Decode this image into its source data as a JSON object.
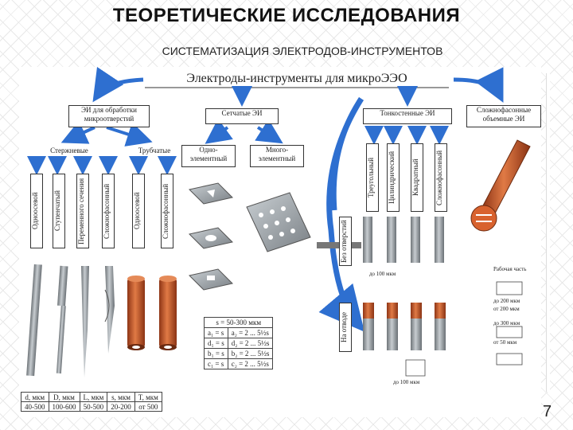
{
  "slide": {
    "title": "ТЕОРЕТИЧЕСКИЕ ИССЛЕДОВАНИЯ",
    "subtitle": "СИСТЕМАТИЗАЦИЯ ЭЛЕКТРОДОВ-ИНСТРУМЕНТОВ",
    "page_number": "7"
  },
  "diagram": {
    "root": "Электроды-инструменты для микроЭЭО",
    "categories": [
      "ЭИ для обработки микроотверстий",
      "Сетчатые ЭИ",
      "Тонкостенные ЭИ",
      "Сложнофасонные объемные ЭИ"
    ],
    "micro_holes_types": [
      "Стержневые",
      "Трубчатые"
    ],
    "mesh_types": [
      "Одно-элементный",
      "Много-элементный"
    ],
    "rod_subtypes": [
      "Одноосевой",
      "Ступенчатый",
      "Переменного сечения",
      "Сложнофасонный"
    ],
    "tube_subtypes": [
      "Одноосевой",
      "Сложнофасонный"
    ],
    "thinwall_subtypes": [
      "Треугольный",
      "Цилиндрический",
      "Квадратный",
      "Сложнофасонный"
    ],
    "sharpening_labels": [
      "Без отверстий",
      "На отводе"
    ],
    "params_table": {
      "header": "s = 50-300 мкм",
      "rows": [
        [
          "a₁ = s",
          "a₂ = 2 ... 5½s"
        ],
        [
          "d₁ = s",
          "d₂ = 2 ... 5½s"
        ],
        [
          "b₁ = s",
          "b₂ = 2 ... 5½s"
        ],
        [
          "c₁ = s",
          "c₂ = 2 ... 5½s"
        ]
      ]
    },
    "dims_table": {
      "headers": [
        "d, мкм",
        "D, мкм",
        "L, мкм",
        "s, мкм",
        "T, мкм"
      ],
      "values": [
        "40-500",
        "100-600",
        "50-500",
        "20-200",
        "от 500"
      ]
    },
    "annotations": [
      "до 100 мкм",
      "Рабочая часть",
      "до 200 мкм",
      "от 200 мкм",
      "от 50 мкм",
      "до 300 мкм",
      "до 100 мкм"
    ]
  },
  "colors": {
    "arrow_blue": "#2e6fd0",
    "copper": "#c2562a",
    "steel": "#8c9296"
  }
}
